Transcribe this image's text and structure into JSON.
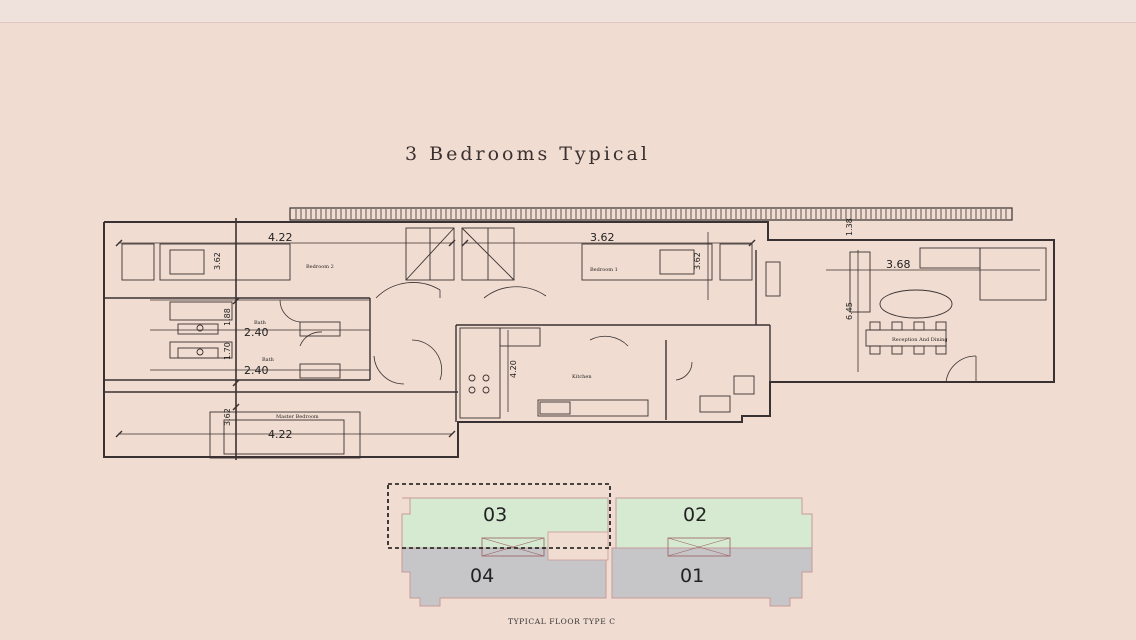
{
  "title": "3 Bedrooms Typical",
  "rooms": {
    "bedroom2": "Bedroom 2",
    "bedroom1": "Bedroom 1",
    "bath1": "Bath",
    "bath2": "Bath",
    "kitchen": "Kitchen",
    "reception": "Reception And Dining",
    "master": "Master Bedroom"
  },
  "dimensions": {
    "bedroom2_width": "4.22",
    "bedroom1_width": "3.62",
    "reception_width": "3.68",
    "bath1_width": "2.40",
    "bath2_width": "2.40",
    "master_width": "4.22",
    "bedroom2_depth": "3.62",
    "bedroom1_depth": "3.62",
    "reception_depth": "6.45",
    "balcony_depth": "1.38",
    "kitchen_depth": "4.20",
    "bath1_depth": "1.88",
    "bath2_depth": "1.70",
    "master_depth": "3.62"
  },
  "key_plan": {
    "units": [
      {
        "number": "03",
        "color": "#d6ead2"
      },
      {
        "number": "02",
        "color": "#d6ead2"
      },
      {
        "number": "04",
        "color": "#c6c5c8"
      },
      {
        "number": "01",
        "color": "#c6c5c8"
      }
    ],
    "highlighted_unit": "03"
  },
  "footer_label": "TYPICAL FLOOR  TYPE C",
  "colors": {
    "background": "#f0dcd0",
    "line": "#3a3232"
  }
}
